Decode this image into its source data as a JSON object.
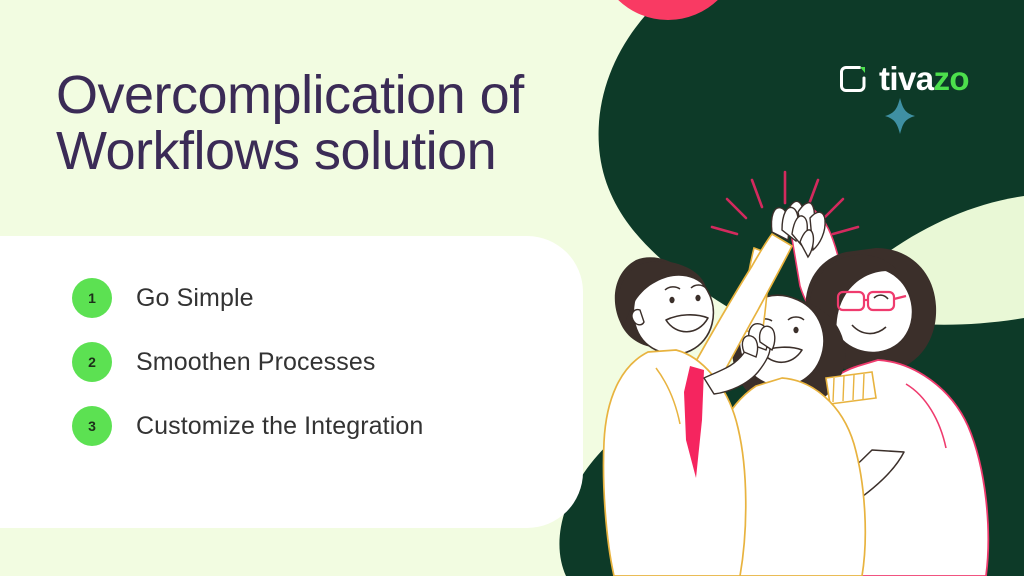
{
  "slide": {
    "title": "Overcomplication of\nWorkflows solution",
    "background_color": "#f2fce1",
    "card_color": "#ffffff",
    "title_color": "#3b2b56"
  },
  "brand": {
    "name_part_1": "tiva",
    "name_part_2": "zo",
    "mark_icon": "rounded-square-bracket-icon",
    "accent_green": "#4ce04c",
    "text_white": "#ffffff"
  },
  "list": {
    "items": [
      {
        "number": "1",
        "label": "Go Simple"
      },
      {
        "number": "2",
        "label": "Smoothen Processes"
      },
      {
        "number": "3",
        "label": "Customize the Integration"
      }
    ],
    "badge_color": "#5ce152",
    "label_color": "#333333"
  },
  "decor": {
    "pink_ring": "pink-donut-shape",
    "teal_ring": "teal-donut-shape",
    "green_blob": "dark-green-organic-blob",
    "teal_star": "teal-four-point-star",
    "pink": "#f93a63",
    "teal": "#2e7b8c",
    "dark_green": "#0d3a28",
    "teal_star_color": "#3f90a3"
  },
  "illustration": {
    "name": "three-people-high-five",
    "man_shirt": "#ffffff",
    "man_outline": "#e8b33f",
    "man_tie": "#f5255f",
    "hair_dark": "#3b2f2a",
    "woman_glasses": "#ef3b6e",
    "woman_top_outline": "#ef3b6e",
    "spark_lines": "#d32a5e",
    "collar": "#e8b33f"
  }
}
